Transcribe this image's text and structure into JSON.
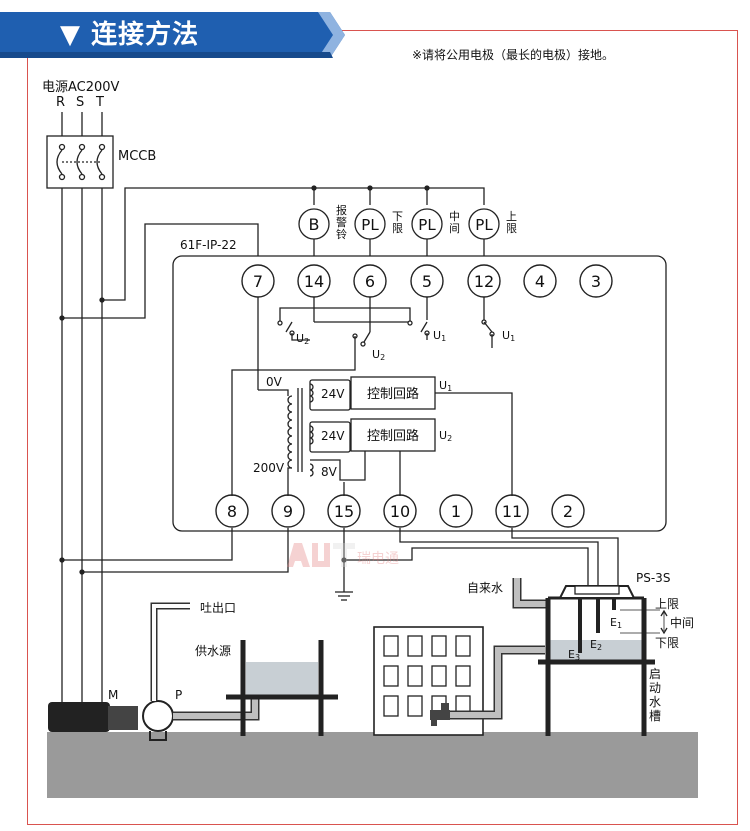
{
  "header": {
    "title": "连接方法",
    "arrow_glyph": "▼",
    "banner_color": "#1f5fb0"
  },
  "note": "※请将公用电极（最长的电极）接地。",
  "power": {
    "label": "电源AC200V",
    "phases": [
      "R",
      "S",
      "T"
    ],
    "breaker": "MCCB"
  },
  "relay": {
    "model": "61F-IP-22",
    "top_terminals": [
      "7",
      "14",
      "6",
      "5",
      "12",
      "4",
      "3"
    ],
    "bottom_terminals": [
      "8",
      "9",
      "15",
      "10",
      "1",
      "11",
      "2"
    ],
    "transformer": {
      "primary_low": "0V",
      "primary_high": "200V"
    },
    "secondaries": [
      "24V",
      "24V",
      "8V"
    ],
    "control_blocks": [
      "控制回路",
      "控制回路"
    ],
    "relay_labels": {
      "u1": "U",
      "u2": "U",
      "sub1": "1",
      "sub2": "2"
    }
  },
  "outputs": [
    {
      "symbol": "B",
      "label": "报警铃"
    },
    {
      "symbol": "PL",
      "label": "下限"
    },
    {
      "symbol": "PL",
      "label": "中间"
    },
    {
      "symbol": "PL",
      "label": "上限"
    }
  ],
  "plant": {
    "motor": "M",
    "pump": "P",
    "outlet": "吐出口",
    "supply_source": "供水源",
    "tap_water": "自来水",
    "sensor": "PS-3S",
    "levels": {
      "upper": "上限",
      "middle": "中间",
      "lower": "下限"
    },
    "electrodes": {
      "e1": "E",
      "e2": "E",
      "e3": "E",
      "s1": "1",
      "s2": "2",
      "s3": "3"
    },
    "tank": "启动水槽"
  },
  "watermark": "瑞电通",
  "colors": {
    "line": "#222222",
    "water": "#c8cfd4",
    "ground": "#9a9a9a",
    "frame": "#d9534f"
  }
}
